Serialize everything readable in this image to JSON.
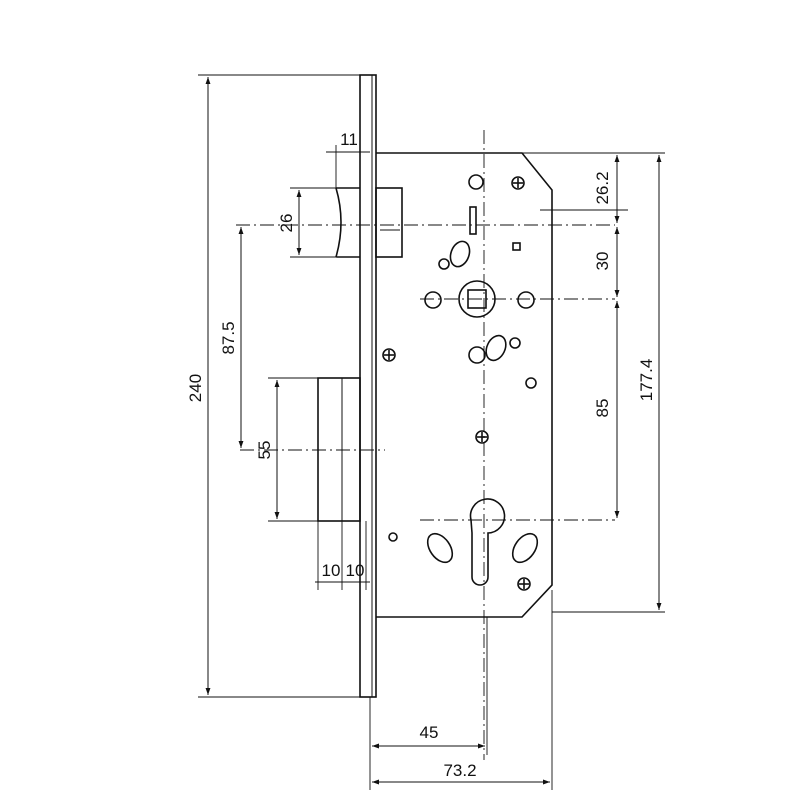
{
  "colors": {
    "line": "#111111",
    "background": "#ffffff"
  },
  "dimensions": {
    "overall_height": "240",
    "backset_latch_to_hub": "87.5",
    "latch_height": "26",
    "latch_projection": "11",
    "deadbolt_height": "55",
    "bolt_width_a": "10",
    "bolt_width_b": "10",
    "top_to_hub": "26.2",
    "hub_spacing": "30",
    "hub_to_cylinder": "85",
    "case_height": "177.4",
    "backset": "45",
    "case_depth": "73.2"
  }
}
